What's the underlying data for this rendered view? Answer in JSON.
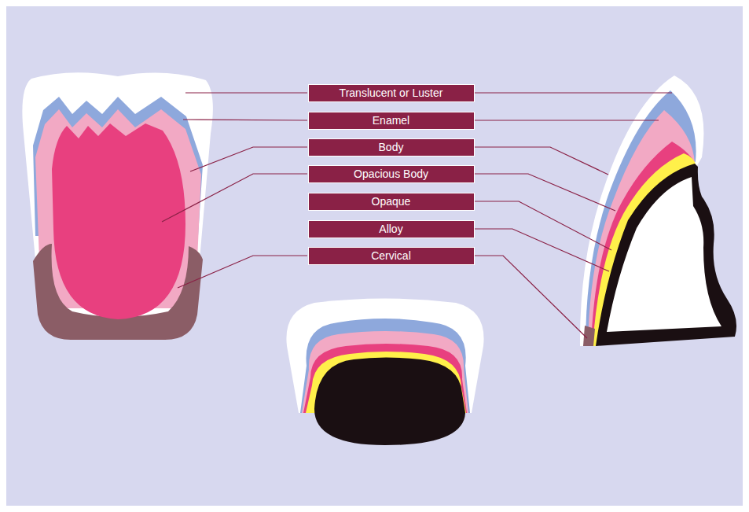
{
  "diagram": {
    "nodes": [
      {
        "text": [
          "Translucent or Luster"
        ]
      },
      {
        "text": [
          "Enamel"
        ]
      },
      {
        "text": [
          "Body"
        ]
      },
      {
        "text": [
          "Opacious Body"
        ]
      },
      {
        "text": [
          "Opaque"
        ]
      },
      {
        "text": [
          "Alloy"
        ]
      },
      {
        "text": [
          "Cervical"
        ]
      }
    ]
  }
}
